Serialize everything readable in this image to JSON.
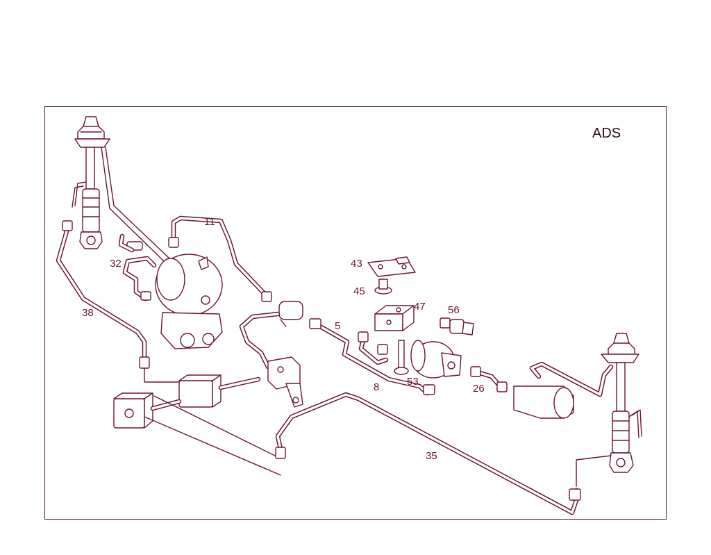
{
  "system_label": "ADS",
  "callouts": {
    "c11": "11",
    "c32": "32",
    "c38": "38",
    "c43": "43",
    "c45": "45",
    "c47": "47",
    "c56": "56",
    "c5": "5",
    "c8": "8",
    "c53": "53",
    "c26": "26",
    "c35": "35"
  },
  "colors": {
    "line": "#6e1430",
    "frame": "#5a1a2a",
    "background": "#ffffff"
  }
}
